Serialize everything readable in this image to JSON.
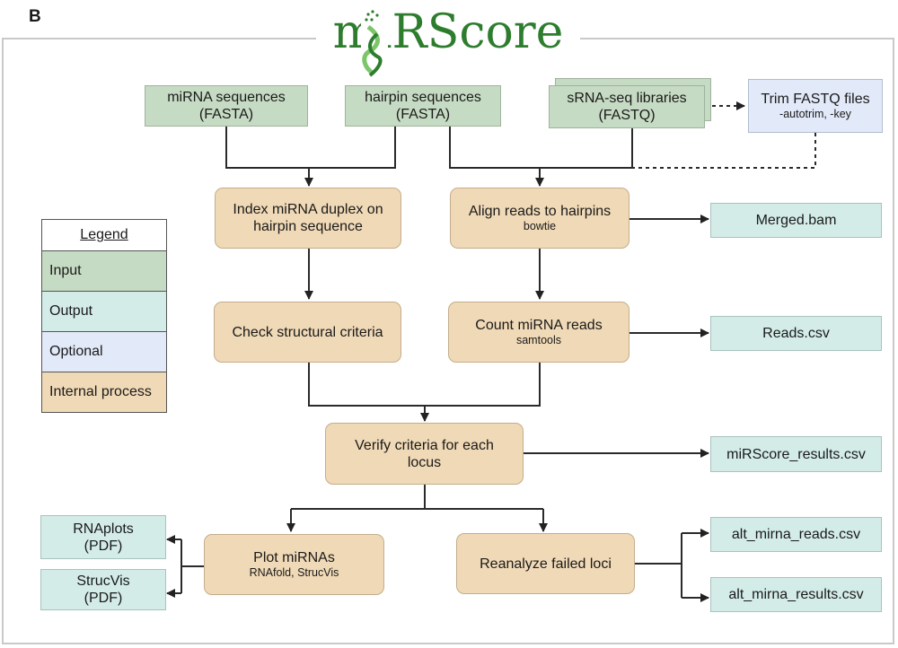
{
  "panel_label": "B",
  "logo_text": "miRScore",
  "legend": {
    "title": "Legend",
    "items": [
      {
        "label": "Input",
        "color": "#c6dbc3"
      },
      {
        "label": "Output",
        "color": "#d3ece8"
      },
      {
        "label": "Optional",
        "color": "#e2e9f8"
      },
      {
        "label": "Internal process",
        "color": "#f0d9b6"
      }
    ]
  },
  "inputs": {
    "mirna": {
      "line1": "miRNA sequences",
      "line2": "(FASTA)"
    },
    "hairpin": {
      "line1": "hairpin sequences",
      "line2": "(FASTA)"
    },
    "srna": {
      "line1": "sRNA-seq libraries",
      "line2": "(FASTQ)"
    }
  },
  "optional": {
    "trim": {
      "title": "Trim FASTQ files",
      "sub": "-autotrim, -key"
    }
  },
  "processes": {
    "index": {
      "line1": "Index miRNA duplex on",
      "line2": "hairpin sequence"
    },
    "align": {
      "title": "Align reads to hairpins",
      "sub": "bowtie"
    },
    "check": {
      "title": "Check structural criteria"
    },
    "count": {
      "title": "Count miRNA reads",
      "sub": "samtools"
    },
    "verify": {
      "line1": "Verify criteria for each",
      "line2": "locus"
    },
    "plot": {
      "title": "Plot miRNAs",
      "sub": "RNAfold, StrucVis"
    },
    "reanalyze": {
      "title": "Reanalyze failed loci"
    }
  },
  "outputs": {
    "merged_bam": "Merged.bam",
    "reads_csv": "Reads.csv",
    "results_csv": "miRScore_results.csv",
    "rnaplots": {
      "line1": "RNAplots",
      "line2": "(PDF)"
    },
    "strucvis": {
      "line1": "StrucVis",
      "line2": "(PDF)"
    },
    "alt_reads": "alt_mirna_reads.csv",
    "alt_results": "alt_mirna_results.csv"
  }
}
